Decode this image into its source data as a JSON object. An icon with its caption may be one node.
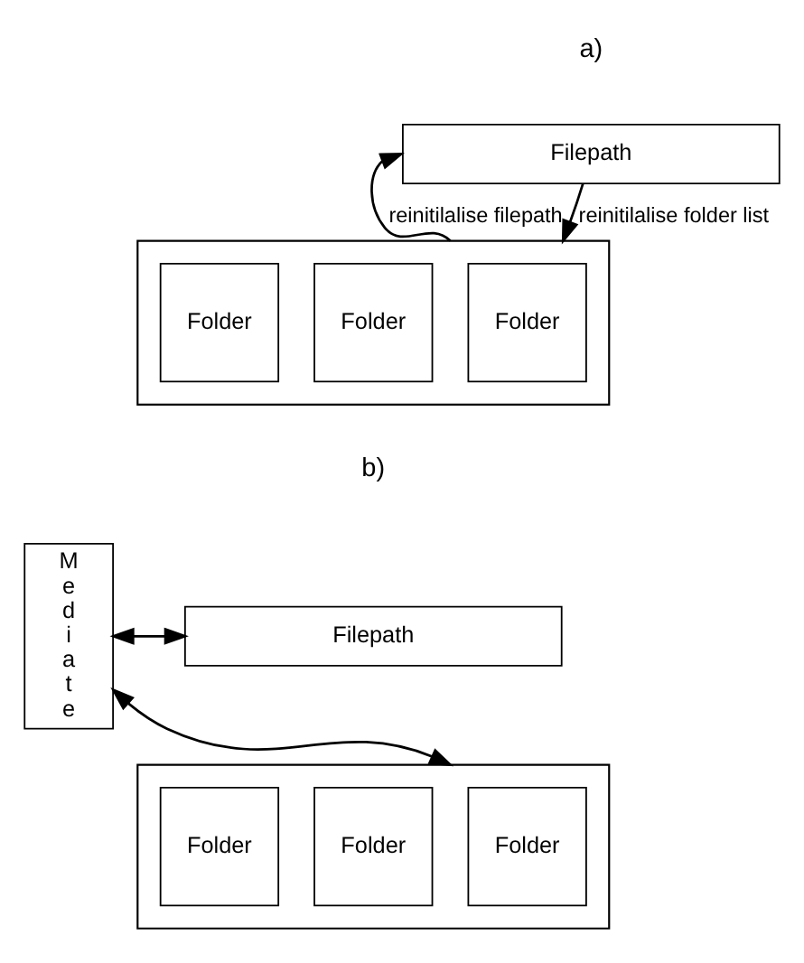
{
  "diagram": {
    "nodes": [
      {
        "text": [
          "Filepath"
        ]
      },
      {
        "text": [],
        "shape": "box"
      },
      {
        "text": [
          "Folder"
        ],
        "in": 1
      },
      {
        "text": [
          "Folder"
        ],
        "in": 1
      },
      {
        "text": [
          "Folder"
        ],
        "in": 1
      },
      {
        "text": [
          "Mediate"
        ]
      },
      {
        "text": [
          "Filepath"
        ]
      },
      {
        "text": [],
        "shape": "box"
      },
      {
        "text": [
          "Folder"
        ],
        "in": 7
      },
      {
        "text": [
          "Folder"
        ],
        "in": 7
      },
      {
        "text": [
          "Folder"
        ],
        "in": 7
      }
    ],
    "edges": [
      {
        "from": 1,
        "to": 0,
        "arrow": "to",
        "label": "reinitilalise filepath"
      },
      {
        "from": 0,
        "to": 1,
        "arrow": "to",
        "label": "reinitilalise folder list"
      },
      {
        "from": 5,
        "to": 6,
        "arrow": "both"
      },
      {
        "from": 5,
        "to": 7,
        "arrow": "both"
      }
    ],
    "labels": [
      "a)",
      "b)"
    ]
  }
}
